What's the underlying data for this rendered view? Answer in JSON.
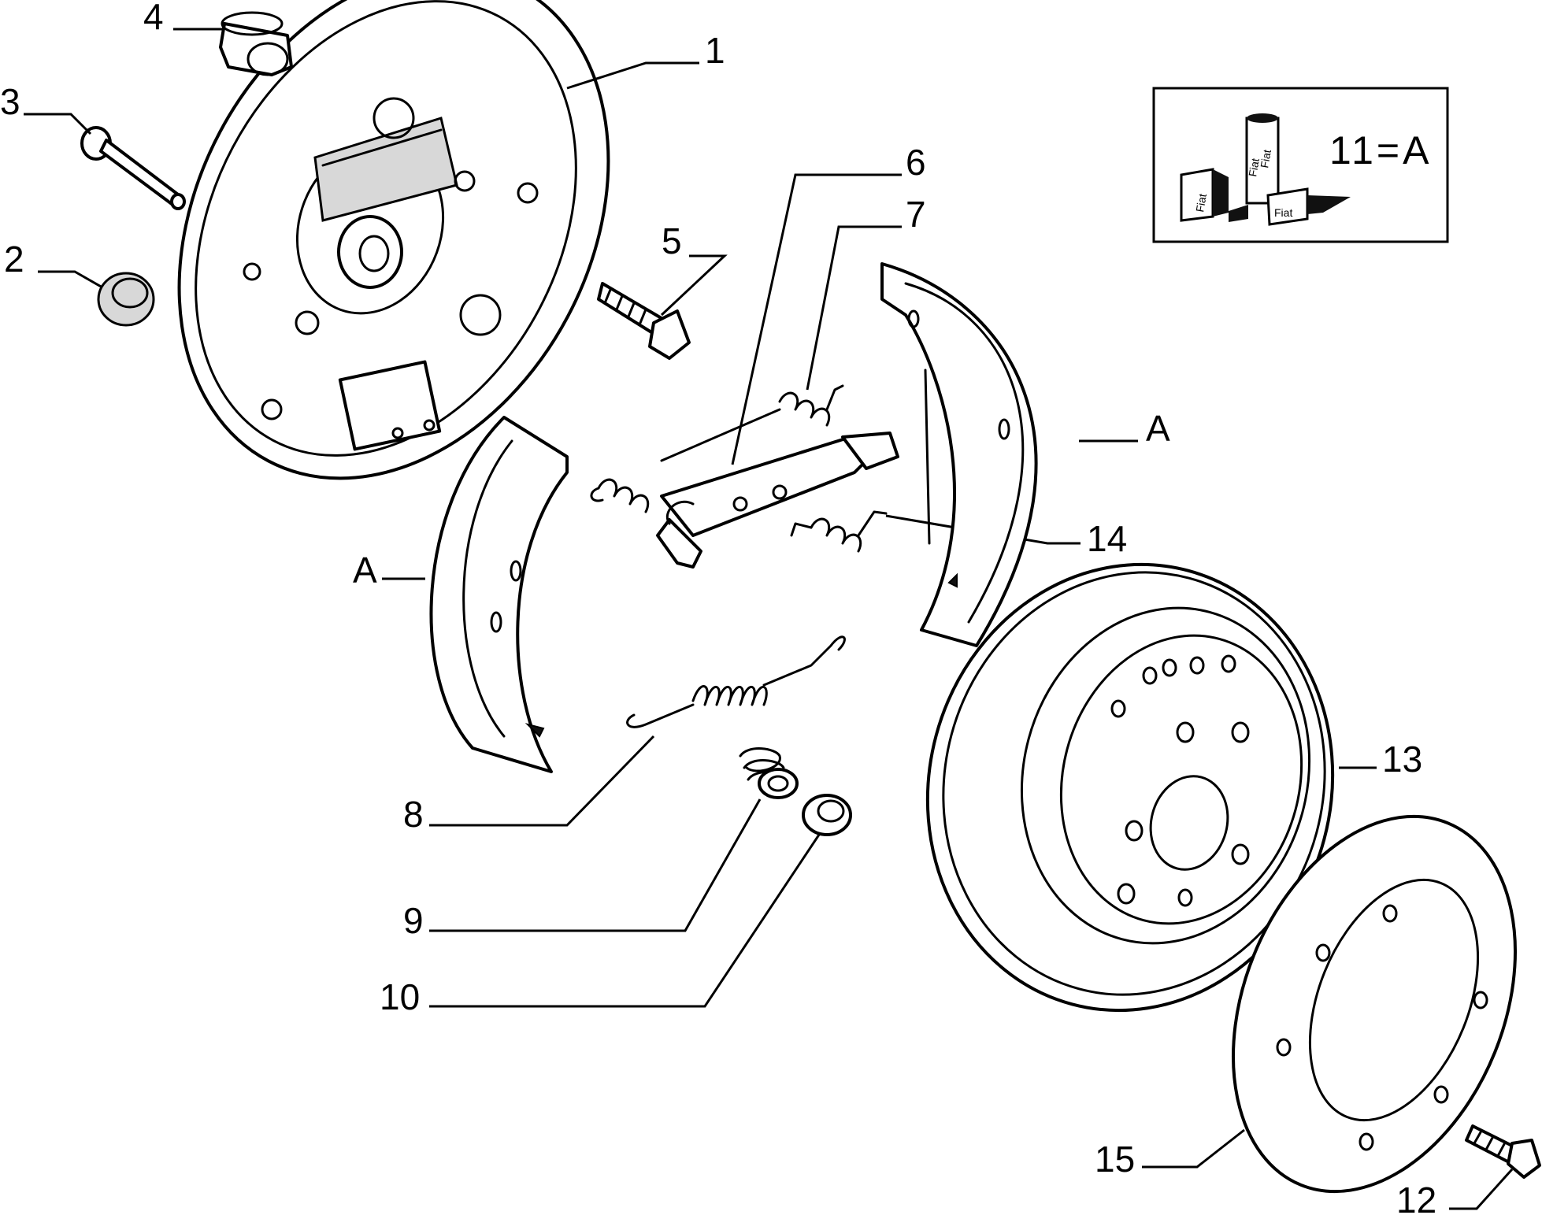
{
  "callouts": {
    "p1": "1",
    "p2": "2",
    "p3": "3",
    "p4": "4",
    "p5": "5",
    "p6": "6",
    "p7": "7",
    "p8": "8",
    "p9": "9",
    "p10": "10",
    "p12": "12",
    "p13": "13",
    "p14": "14",
    "p15": "15",
    "shoe_left": "A",
    "shoe_right": "A"
  },
  "inset": {
    "code": "11=A",
    "brand_labels": [
      "Fiat",
      "Fiat",
      "Fiat",
      "Fiat"
    ]
  },
  "colors": {
    "line": "#000000",
    "background": "#ffffff"
  }
}
